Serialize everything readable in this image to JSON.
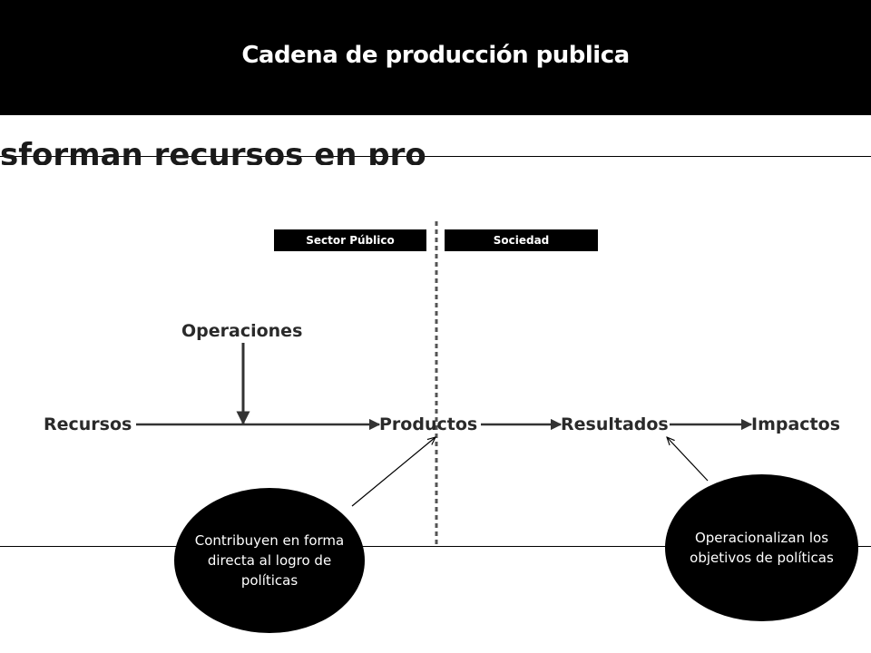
{
  "slide": {
    "title": "Cadena de producción publica",
    "background_color": "#ffffff",
    "header_color": "#000000"
  },
  "diagram": {
    "partial_heading_text": "sforman recursos en productos.",
    "sectors": [
      {
        "label": "Sector Público"
      },
      {
        "label": "Sociedad"
      }
    ],
    "nodes": {
      "operaciones": "Operaciones",
      "recursos": "Recursos",
      "productos": "Productos",
      "resultados": "Resultados",
      "impactos": "Impactos"
    }
  },
  "callouts": [
    {
      "text": "Contribuyen en forma directa al logro de políticas"
    },
    {
      "text": "Operacionalizan los objetivos de políticas"
    }
  ]
}
